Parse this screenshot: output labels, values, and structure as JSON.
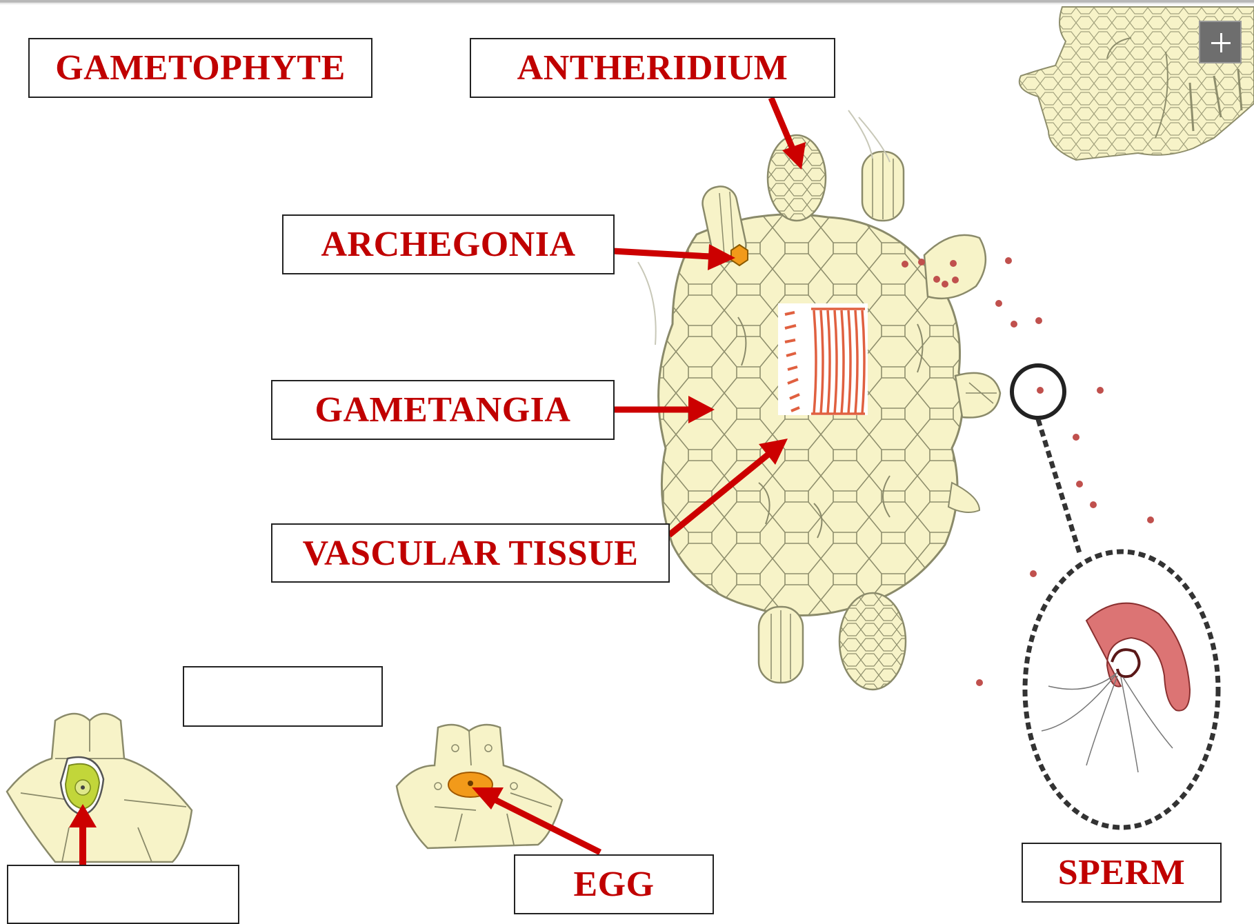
{
  "labels": {
    "gametophyte": "GAMETOPHYTE",
    "antheridium": "ANTHERIDIUM",
    "archegonia": "ARCHEGONIA",
    "gametangia": "GAMETANGIA",
    "vascular_tissue": "VASCULAR TISSUE",
    "blank_middle": "",
    "blank_bottom": "",
    "egg": "EGG",
    "sperm": "SPERM"
  },
  "controls": {
    "expand_icon": "plus-icon"
  },
  "colors": {
    "label_text": "#c00000",
    "arrow": "#cc0000",
    "tissue_fill": "#f7f3c8",
    "cell_line": "#8a8a6a",
    "egg_green": "#c2d63a",
    "egg_orange": "#f29a1a",
    "sperm_pink": "#dc7474"
  }
}
